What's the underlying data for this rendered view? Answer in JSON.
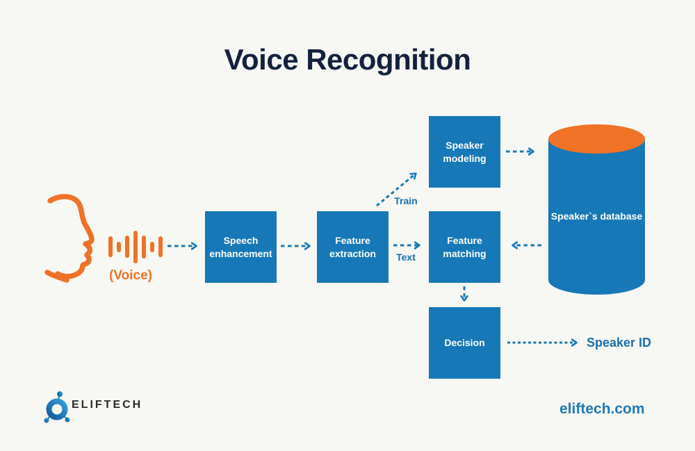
{
  "title": "Voice Recognition",
  "colors": {
    "background": "#f7f7f4",
    "box_blue": "#1778b7",
    "orange": "#ef7226",
    "title_navy": "#14213d",
    "label_blue": "#1a6fae",
    "website_blue": "#1f7ab8"
  },
  "input": {
    "voice_caption": "(Voice)",
    "icons": {
      "face": "face-profile-icon",
      "waveform": "voice-waveform-icon"
    }
  },
  "nodes": {
    "speech_enhancement": {
      "label": "Speech enhancement"
    },
    "feature_extraction": {
      "label": "Feature extraction"
    },
    "speaker_modeling": {
      "label": "Speaker modeling"
    },
    "feature_matching": {
      "label": "Feature matching"
    },
    "decision": {
      "label": "Decision"
    },
    "speakers_database": {
      "label": "Speaker`s database"
    }
  },
  "edge_labels": {
    "train": "Train",
    "text": "Text"
  },
  "output_label": "Speaker ID",
  "footer": {
    "brand": "ELIFTECH",
    "website": "eliftech.com"
  }
}
